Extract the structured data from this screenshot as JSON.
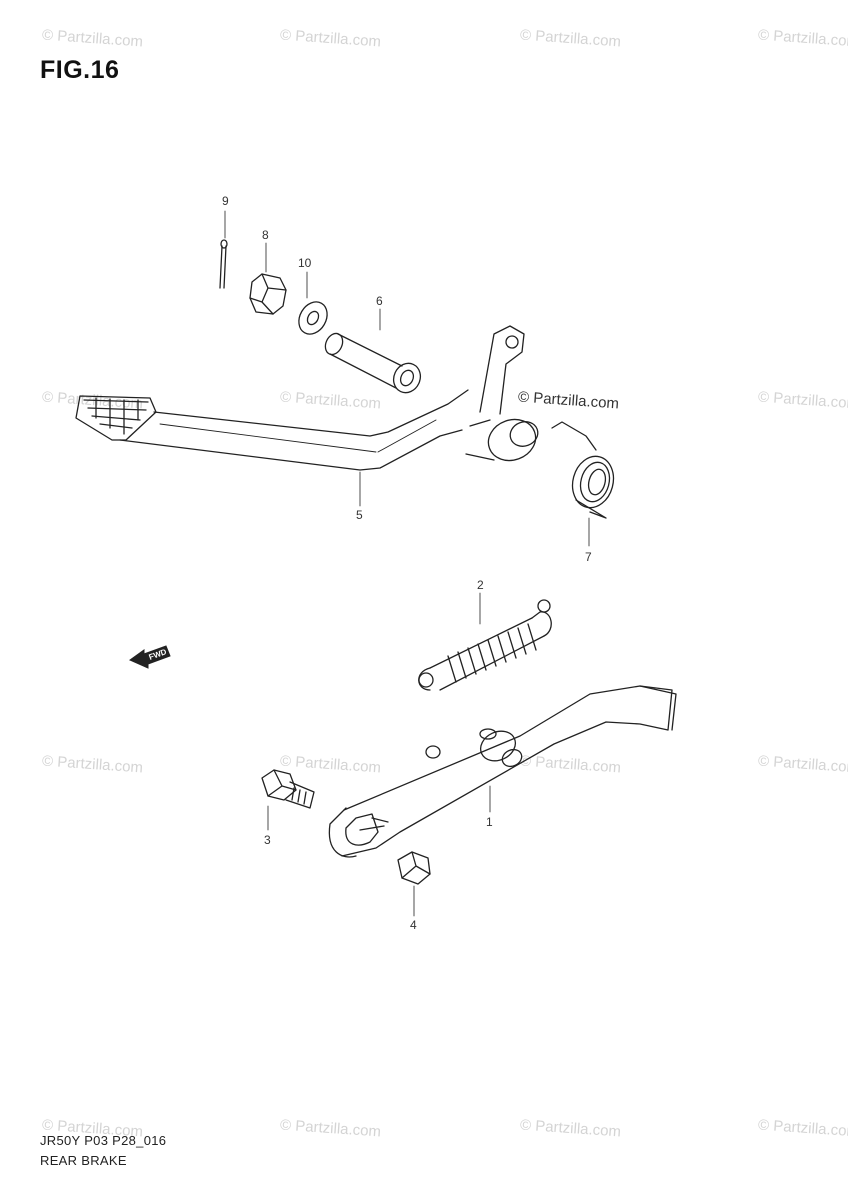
{
  "figure": {
    "title": "FIG.16",
    "code": "JR50Y P03 P28_016",
    "name": "REAR BRAKE"
  },
  "watermark": {
    "text": "© Partzilla.com"
  },
  "callouts": {
    "c1": "1",
    "c2": "2",
    "c3": "3",
    "c4": "4",
    "c5": "5",
    "c6": "6",
    "c7": "7",
    "c8": "8",
    "c9": "9",
    "c10": "10"
  },
  "direction_arrow": {
    "label": "FWD"
  },
  "icons": [
    "direction-arrow-icon"
  ]
}
